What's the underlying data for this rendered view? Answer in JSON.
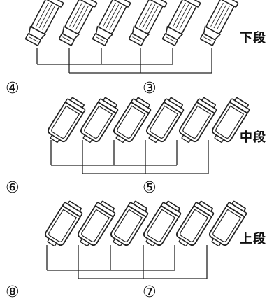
{
  "tiers": [
    {
      "id": "lower",
      "label": "下段",
      "left_number": "④",
      "right_number": "③",
      "units": 6,
      "style": "clear"
    },
    {
      "id": "middle",
      "label": "中段",
      "left_number": "⑥",
      "right_number": "⑤",
      "units": 6,
      "style": "solid"
    },
    {
      "id": "upper",
      "label": "上段",
      "left_number": "⑧",
      "right_number": "⑦",
      "units": 6,
      "style": "solid"
    }
  ]
}
